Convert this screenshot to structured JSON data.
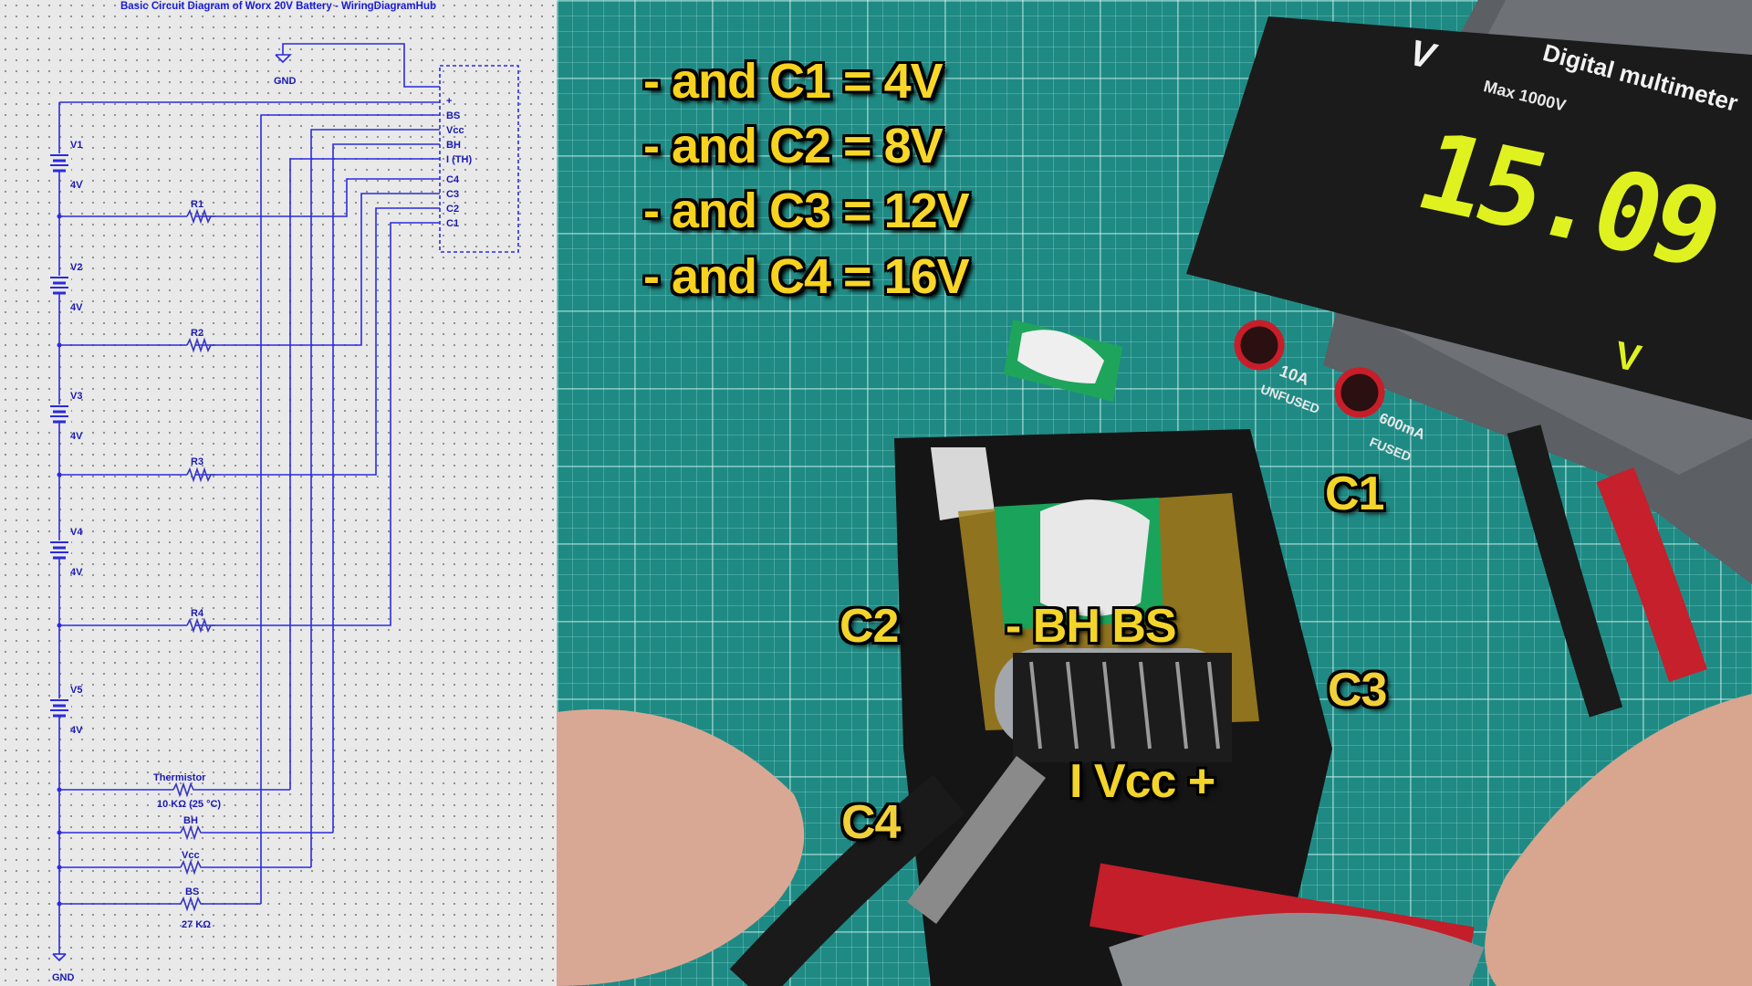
{
  "schematic": {
    "title": "Basic Circuit Diagram of Worx 20V Battery - WiringDiagramHub",
    "gnd_top": "GND",
    "gnd_bottom": "GND",
    "connector_pins": [
      "+",
      "BS",
      "Vcc",
      "BH",
      "I (TH)",
      "C4",
      "C3",
      "C2",
      "C1"
    ],
    "cells": [
      {
        "name": "V1",
        "voltage": "4V"
      },
      {
        "name": "V2",
        "voltage": "4V"
      },
      {
        "name": "V3",
        "voltage": "4V"
      },
      {
        "name": "V4",
        "voltage": "4V"
      },
      {
        "name": "V5",
        "voltage": "4V"
      }
    ],
    "resistors": [
      "R1",
      "R2",
      "R3",
      "R4"
    ],
    "thermistor": {
      "name": "Thermistor",
      "value": "10 KΩ (25 °C)"
    },
    "bh": {
      "name": "BH"
    },
    "vcc": {
      "name": "Vcc"
    },
    "bs": {
      "name": "BS",
      "value": "27 KΩ"
    }
  },
  "overlay": {
    "equations": [
      {
        "prefix": "- and ",
        "cell": "C1",
        "value": " = 4V"
      },
      {
        "prefix": "- and ",
        "cell": "C2",
        "value": " = 8V"
      },
      {
        "prefix": "- and ",
        "cell": "C3",
        "value": " = 12V"
      },
      {
        "prefix": "- and ",
        "cell": "C4",
        "value": " = 16V"
      }
    ],
    "labels": {
      "c1": "C1",
      "c2": "C2",
      "c3": "C3",
      "c4": "C4",
      "top_row": "-  BH BS",
      "bottom_row": "I  Vcc  +"
    }
  },
  "multimeter": {
    "brand": "V",
    "title": "Digital multimeter",
    "max": "Max 1000V",
    "reading": "15.09",
    "unit": "V",
    "jack_10a": "10A",
    "jack_10a_sub": "UNFUSED",
    "jack_600": "600mA",
    "jack_600_sub": "FUSED"
  },
  "colors": {
    "wire": "#2424e0",
    "mat": "#1f8a84",
    "label_yellow": "#f7d21e",
    "lcd_digits": "#dff21f"
  }
}
